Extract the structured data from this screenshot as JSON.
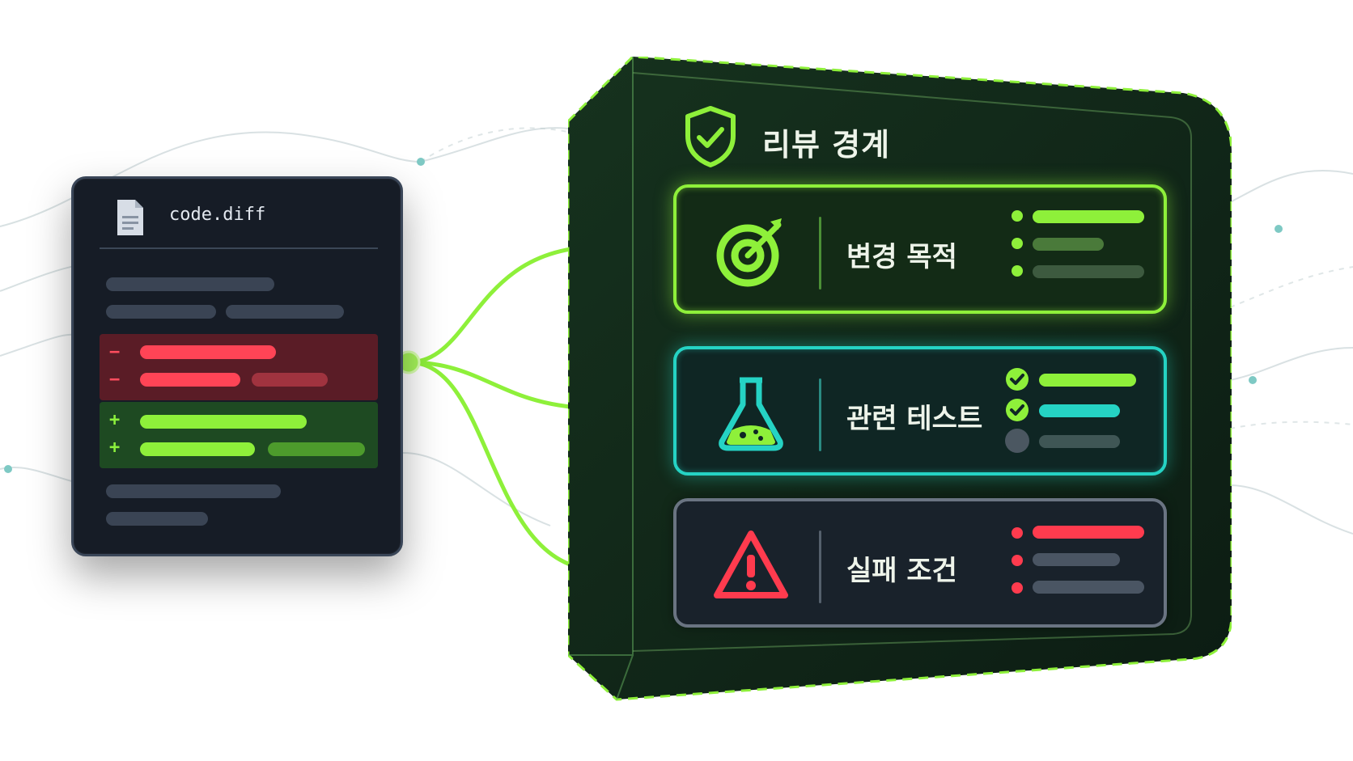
{
  "source_file": {
    "name": "code.diff",
    "icon": "file-icon",
    "removed_sign": "−",
    "added_sign": "+"
  },
  "review_boundary": {
    "title": "리뷰 경계",
    "icon": "shield-check-icon",
    "items": [
      {
        "label": "변경 목적",
        "icon": "target-icon",
        "color": "#8ef03a"
      },
      {
        "label": "관련 테스트",
        "icon": "flask-icon",
        "color": "#25d3c4"
      },
      {
        "label": "실패 조건",
        "icon": "warning-icon",
        "color": "#ff3b4e"
      }
    ]
  },
  "colors": {
    "accent_green": "#8ef03a",
    "accent_teal": "#25d3c4",
    "alert_red": "#ff3b4e",
    "panel_dark": "#0f2417"
  }
}
